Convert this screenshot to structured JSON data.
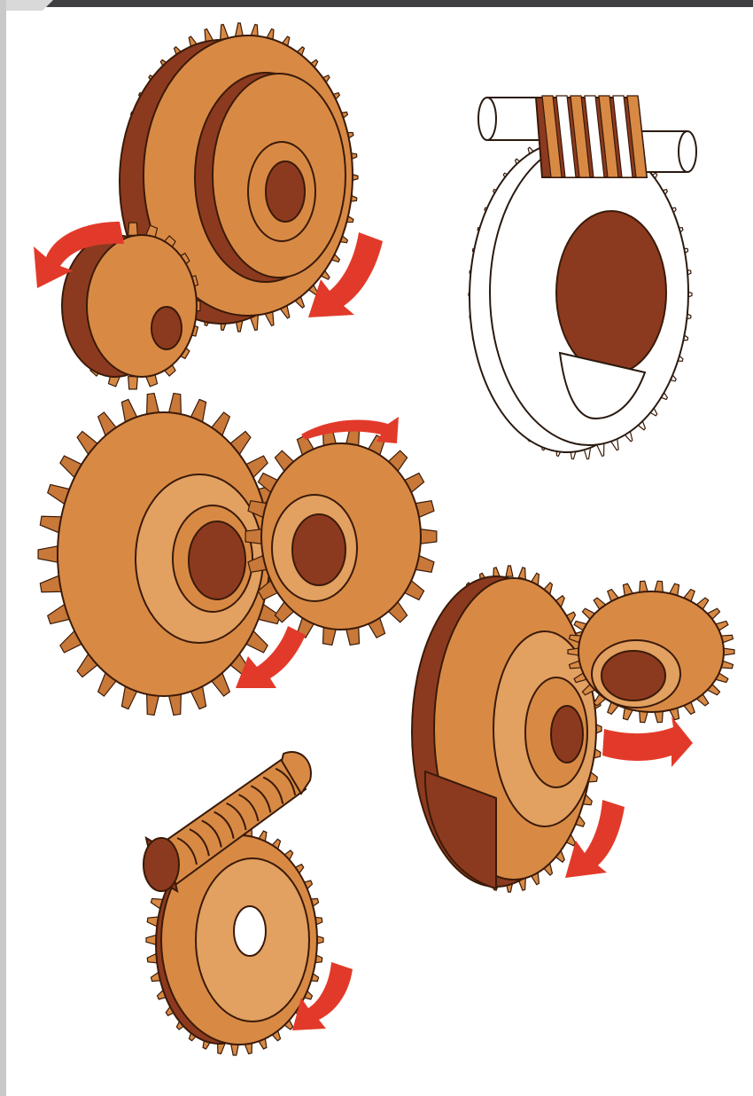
{
  "figure": {
    "topbar_color": "#3f3f42",
    "left_border_color": "#c9c9c9",
    "gear_face": "#d88a45",
    "gear_shadow": "#8c3a1f",
    "gear_outline": "#3a1a08",
    "arrow_color": "#e23a2a",
    "white_gear": "#ffffff"
  },
  "groups": [
    {
      "name": "spur-gear-pair",
      "icon": "spur-gear-icon"
    },
    {
      "name": "helical-gear-pair",
      "icon": "helical-gear-icon"
    },
    {
      "name": "spiral-bevel-gear-pair",
      "icon": "spiral-bevel-gear-icon"
    },
    {
      "name": "bevel-gear-pair",
      "icon": "bevel-gear-icon"
    },
    {
      "name": "worm-gear-pair",
      "icon": "worm-gear-icon"
    }
  ]
}
